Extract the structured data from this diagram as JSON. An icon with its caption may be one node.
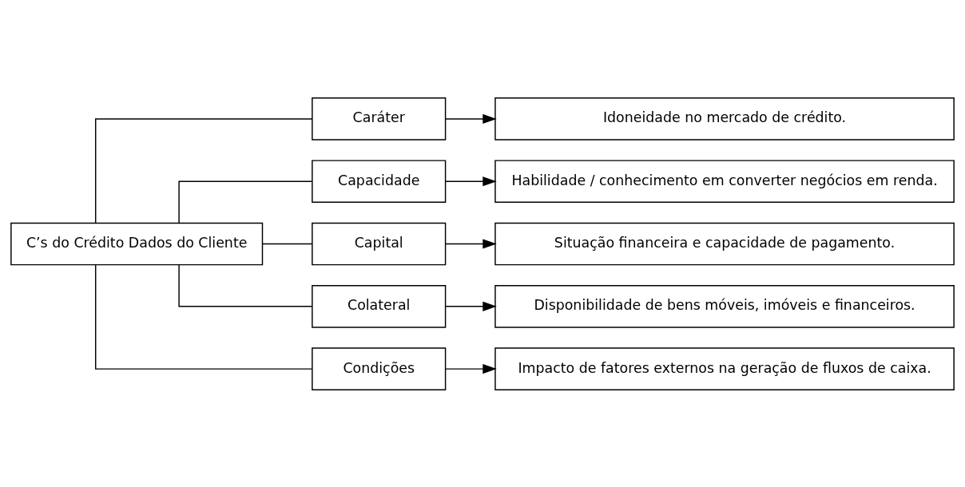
{
  "diagram": {
    "nodes": [
      {
        "text": [
          "C’s do Crédito Dados do Cliente"
        ]
      },
      {
        "text": [
          "Caráter"
        ]
      },
      {
        "text": [
          "Capacidade"
        ]
      },
      {
        "text": [
          "Capital"
        ]
      },
      {
        "text": [
          "Colateral"
        ]
      },
      {
        "text": [
          "Condições"
        ]
      },
      {
        "text": [
          "Idoneidade no mercado de crédito."
        ]
      },
      {
        "text": [
          "Habilidade / conhecimento em converter negócios em renda."
        ]
      },
      {
        "text": [
          "Situação financeira e capacidade de pagamento."
        ]
      },
      {
        "text": [
          "Disponibilidade de bens móveis, imóveis e financeiros."
        ]
      },
      {
        "text": [
          "Impacto de fatores externos na geração de fluxos de caixa."
        ]
      }
    ],
    "edges": [
      {
        "from": 0,
        "to": 1,
        "arrow": "none"
      },
      {
        "from": 0,
        "to": 2,
        "arrow": "none"
      },
      {
        "from": 0,
        "to": 3,
        "arrow": "none"
      },
      {
        "from": 0,
        "to": 4,
        "arrow": "none"
      },
      {
        "from": 0,
        "to": 5,
        "arrow": "none"
      },
      {
        "from": 1,
        "to": 6,
        "arrow": "to"
      },
      {
        "from": 2,
        "to": 7,
        "arrow": "to"
      },
      {
        "from": 3,
        "to": 8,
        "arrow": "to"
      },
      {
        "from": 4,
        "to": 9,
        "arrow": "to"
      },
      {
        "from": 5,
        "to": 10,
        "arrow": "to"
      }
    ]
  }
}
